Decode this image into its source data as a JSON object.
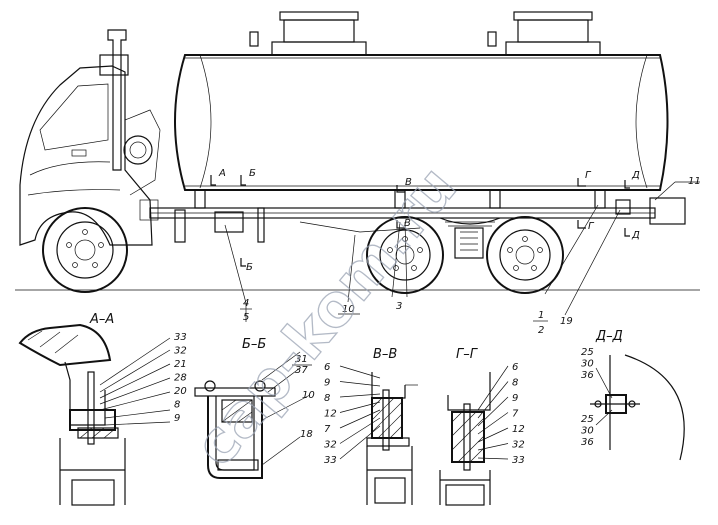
{
  "watermark": "cap-kom.ru",
  "corner_mark": "",
  "section_titles": {
    "aa": "А–А",
    "bb": "Б–Б",
    "vv": "В–В",
    "gg": "Г–Г",
    "dd": "Д–Д"
  },
  "section_markers": {
    "a_top": "А",
    "b_top": "Б",
    "b_bottom": "Б",
    "v_top": "В",
    "v_bottom": "В",
    "g_top": "Г",
    "g_bottom": "Г",
    "d_top": "Д",
    "d_bottom": "Д"
  },
  "main_callouts": {
    "c1": "1",
    "c2": "2",
    "c3": "3",
    "c4": "4",
    "c5": "5",
    "c10": "10",
    "c11": "11",
    "c19": "19"
  },
  "aa_callouts": [
    "33",
    "32",
    "21",
    "28",
    "20",
    "8",
    "9"
  ],
  "bb_callouts": {
    "c31": "31",
    "c37": "37",
    "c10": "10",
    "c18": "18"
  },
  "vv_callouts": [
    "6",
    "9",
    "8",
    "12",
    "7",
    "32",
    "33"
  ],
  "gg_callouts": [
    "6",
    "8",
    "9",
    "7",
    "12",
    "32",
    "33"
  ],
  "dd_callouts": {
    "top": [
      "25",
      "30",
      "36"
    ],
    "bottom": [
      "25",
      "30",
      "36"
    ]
  }
}
